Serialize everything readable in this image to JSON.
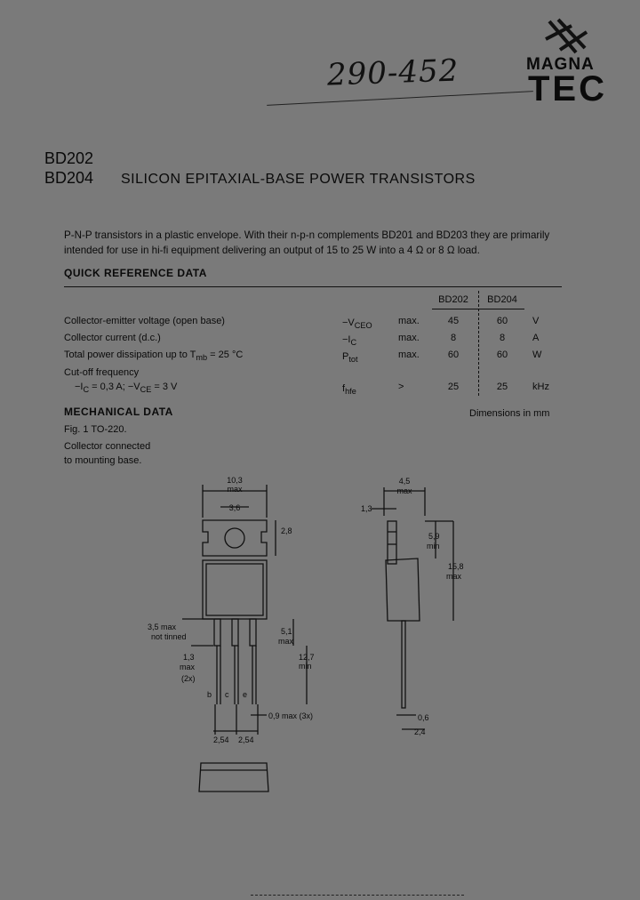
{
  "handwritten_note": "290-452",
  "logo": {
    "line1": "MAGNA",
    "line2": "TEC"
  },
  "type_numbers": [
    "BD202",
    "BD204"
  ],
  "title": "SILICON EPITAXIAL-BASE POWER TRANSISTORS",
  "intro": "P-N-P transistors in a plastic envelope. With their n-p-n complements BD201 and BD203 they are primarily intended for use in hi-fi equipment delivering an output of 15 to 25 W into a 4 Ω or 8 Ω load.",
  "quick_reference": {
    "heading": "QUICK REFERENCE DATA",
    "col1": "BD202",
    "col2": "BD204",
    "rows": [
      {
        "param": "Collector-emitter voltage (open base)",
        "sym": "−V",
        "sub": "CEO",
        "max": "max.",
        "v1": "45",
        "v2": "60",
        "unit": "V"
      },
      {
        "param": "Collector current (d.c.)",
        "sym": "−I",
        "sub": "C",
        "max": "max.",
        "v1": "8",
        "v2": "8",
        "unit": "A"
      },
      {
        "param": "Total power dissipation up to T",
        "param_sub": "mb",
        "param_tail": " = 25 °C",
        "sym": "P",
        "sub": "tot",
        "max": "max.",
        "v1": "60",
        "v2": "60",
        "unit": "W"
      }
    ],
    "cutoff": {
      "label": "Cut-off frequency",
      "cond": "−I",
      "cond_sub1": "C",
      "cond_mid": " = 0,3 A; −V",
      "cond_sub2": "CE",
      "cond_tail": " = 3 V",
      "sym": "f",
      "sub": "hfe",
      "max": ">",
      "v1": "25",
      "v2": "25",
      "unit": "kHz"
    }
  },
  "mechanical": {
    "heading": "MECHANICAL DATA",
    "dims_note": "Dimensions in mm",
    "fig": "Fig. 1  TO-220.",
    "note1": "Collector connected",
    "note2": "to mounting base."
  },
  "drawing": {
    "front": {
      "w_max": "10,3",
      "w_max2": "max",
      "hole": "3,6",
      "tab": "2,8",
      "lead_ann1": "3,5 max",
      "lead_ann2": "not tinned",
      "lw1": "1,3",
      "lw2": "max",
      "lw3": "(2x)",
      "body": "5,1",
      "body2": "max",
      "lead_len": "12,7",
      "lead_len2": "min",
      "pin_b": "b",
      "pin_c": "c",
      "pin_e": "e",
      "pitch1": "2,54",
      "pitch2": "2,54",
      "lead_w": "0,9 max (3x)"
    },
    "side": {
      "w": "4,5",
      "w2": "max",
      "tab_t": "1,3",
      "h1": "5,9",
      "h1b": "min",
      "h2": "15,8",
      "h2b": "max",
      "lead_t": "0,6",
      "lead_off": "2,4"
    }
  }
}
